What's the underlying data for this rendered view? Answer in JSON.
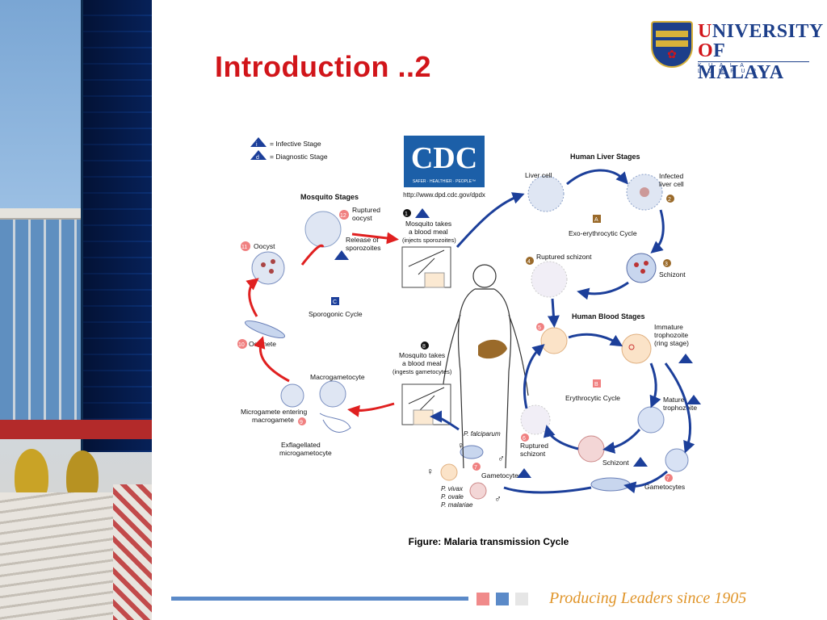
{
  "slide": {
    "title": "Introduction ..2",
    "caption": "Figure: Malaria transmission Cycle",
    "tagline": "Producing Leaders since 1905"
  },
  "logo": {
    "line1_first": "U",
    "line1_rest": "NIVERSITY",
    "line2_first": "O",
    "line2_rest": "F MALAYA",
    "sub": "KUALA LUMPUR"
  },
  "colors": {
    "title": "#d1151a",
    "accent_blue": "#5b8ac8",
    "tagline": "#e0952a",
    "arrow_blue": "#1c3f9a",
    "arrow_red": "#e02020"
  },
  "figure": {
    "legend": {
      "infective": "= Infective Stage",
      "diagnostic": "= Diagnostic Stage",
      "i_mark": "i",
      "d_mark": "d"
    },
    "cdc": {
      "name": "CDC",
      "tagline": "SAFER · HEALTHIER · PEOPLE™",
      "url": "http://www.dpd.cdc.gov/dpdx"
    },
    "mosquito_stages": "Mosquito Stages",
    "human_liver_stages": "Human Liver Stages",
    "human_blood_stages": "Human Blood Stages",
    "cycles": {
      "a_letter": "A",
      "a": "Exo-erythrocytic Cycle",
      "b_letter": "B",
      "b": "Erythrocytic Cycle",
      "c_letter": "C",
      "c": "Sporogonic Cycle"
    },
    "steps": {
      "s1_num": "1",
      "s1_l1": "Mosquito takes",
      "s1_l2": "a blood meal",
      "s1_l3": "(injects sporozoites)",
      "s2_num": "2",
      "s2_l1": "Infected",
      "s2_l2": "liver cell",
      "liver_cell": "Liver cell",
      "s3_num": "3",
      "s3": "Schizont",
      "s4_num": "4",
      "s4": "Ruptured schizont",
      "s5_num": "5",
      "imm_l1": "Immature",
      "imm_l2": "trophozoite",
      "imm_l3": "(ring stage)",
      "mat_l1": "Mature",
      "mat_l2": "trophozoite",
      "schizont_b": "Schizont",
      "s6_num": "6",
      "s6_l1": "Ruptured",
      "s6_l2": "schizont",
      "s7_num": "7",
      "gametocytes": "Gametocytes",
      "gametocytes2": "Gametocytes",
      "s8_num": "8",
      "s8_l1": "Mosquito takes",
      "s8_l2": "a blood meal",
      "s8_l3": "(ingests gametocytes)",
      "macrogametocyte": "Macrogametocyte",
      "s9_num": "9",
      "s9_l1": "Microgamete entering",
      "s9_l2": "macrogamete",
      "exfl_l1": "Exflagellated",
      "exfl_l2": "microgametocyte",
      "s10_num": "10",
      "s10": "Ookinete",
      "s11_num": "11",
      "s11": "Oocyst",
      "s12_num": "12",
      "s12_l1": "Ruptured",
      "s12_l2": "oocyst",
      "rel_l1": "Release of",
      "rel_l2": "sporozoites",
      "p_falciparum": "P. falciparum",
      "p_vivax": "P. vivax",
      "p_ovale": "P. ovale",
      "p_malariae": "P. malariae",
      "female_sym": "♀",
      "male_sym": "♂"
    }
  }
}
